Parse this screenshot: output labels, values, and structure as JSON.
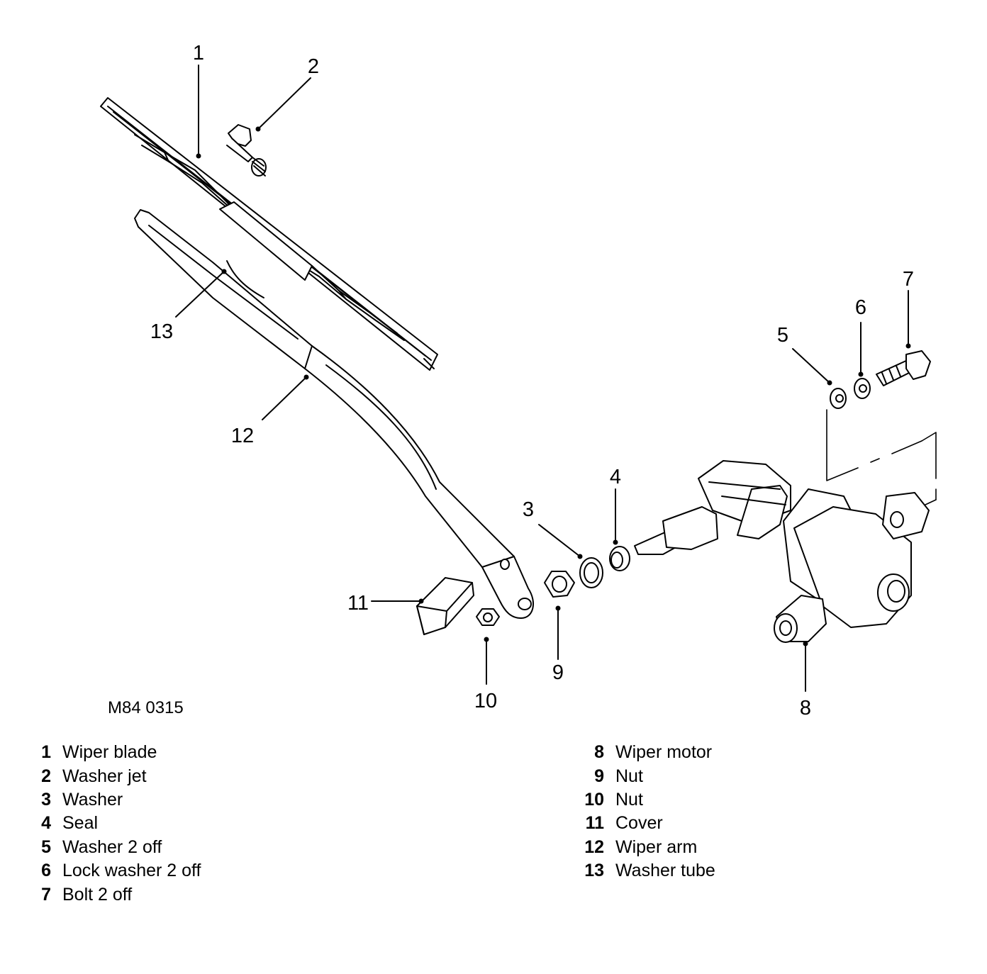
{
  "figure": {
    "reference_code": "M84 0315",
    "callouts": [
      {
        "id": "1",
        "text": "1"
      },
      {
        "id": "2",
        "text": "2"
      },
      {
        "id": "3",
        "text": "3"
      },
      {
        "id": "4",
        "text": "4"
      },
      {
        "id": "5",
        "text": "5"
      },
      {
        "id": "6",
        "text": "6"
      },
      {
        "id": "7",
        "text": "7"
      },
      {
        "id": "8",
        "text": "8"
      },
      {
        "id": "9",
        "text": "9"
      },
      {
        "id": "10",
        "text": "10"
      },
      {
        "id": "11",
        "text": "11"
      },
      {
        "id": "12",
        "text": "12"
      },
      {
        "id": "13",
        "text": "13"
      }
    ]
  },
  "legend": {
    "left": [
      {
        "num": "1",
        "label": "Wiper blade"
      },
      {
        "num": "2",
        "label": "Washer jet"
      },
      {
        "num": "3",
        "label": "Washer"
      },
      {
        "num": "4",
        "label": "Seal"
      },
      {
        "num": "5",
        "label": "Washer 2 off"
      },
      {
        "num": "6",
        "label": "Lock washer 2 off"
      },
      {
        "num": "7",
        "label": "Bolt 2 off"
      }
    ],
    "right": [
      {
        "num": "8",
        "label": "Wiper motor"
      },
      {
        "num": "9",
        "label": "Nut"
      },
      {
        "num": "10",
        "label": "Nut"
      },
      {
        "num": "11",
        "label": "Cover"
      },
      {
        "num": "12",
        "label": "Wiper arm"
      },
      {
        "num": "13",
        "label": "Washer tube"
      }
    ]
  }
}
